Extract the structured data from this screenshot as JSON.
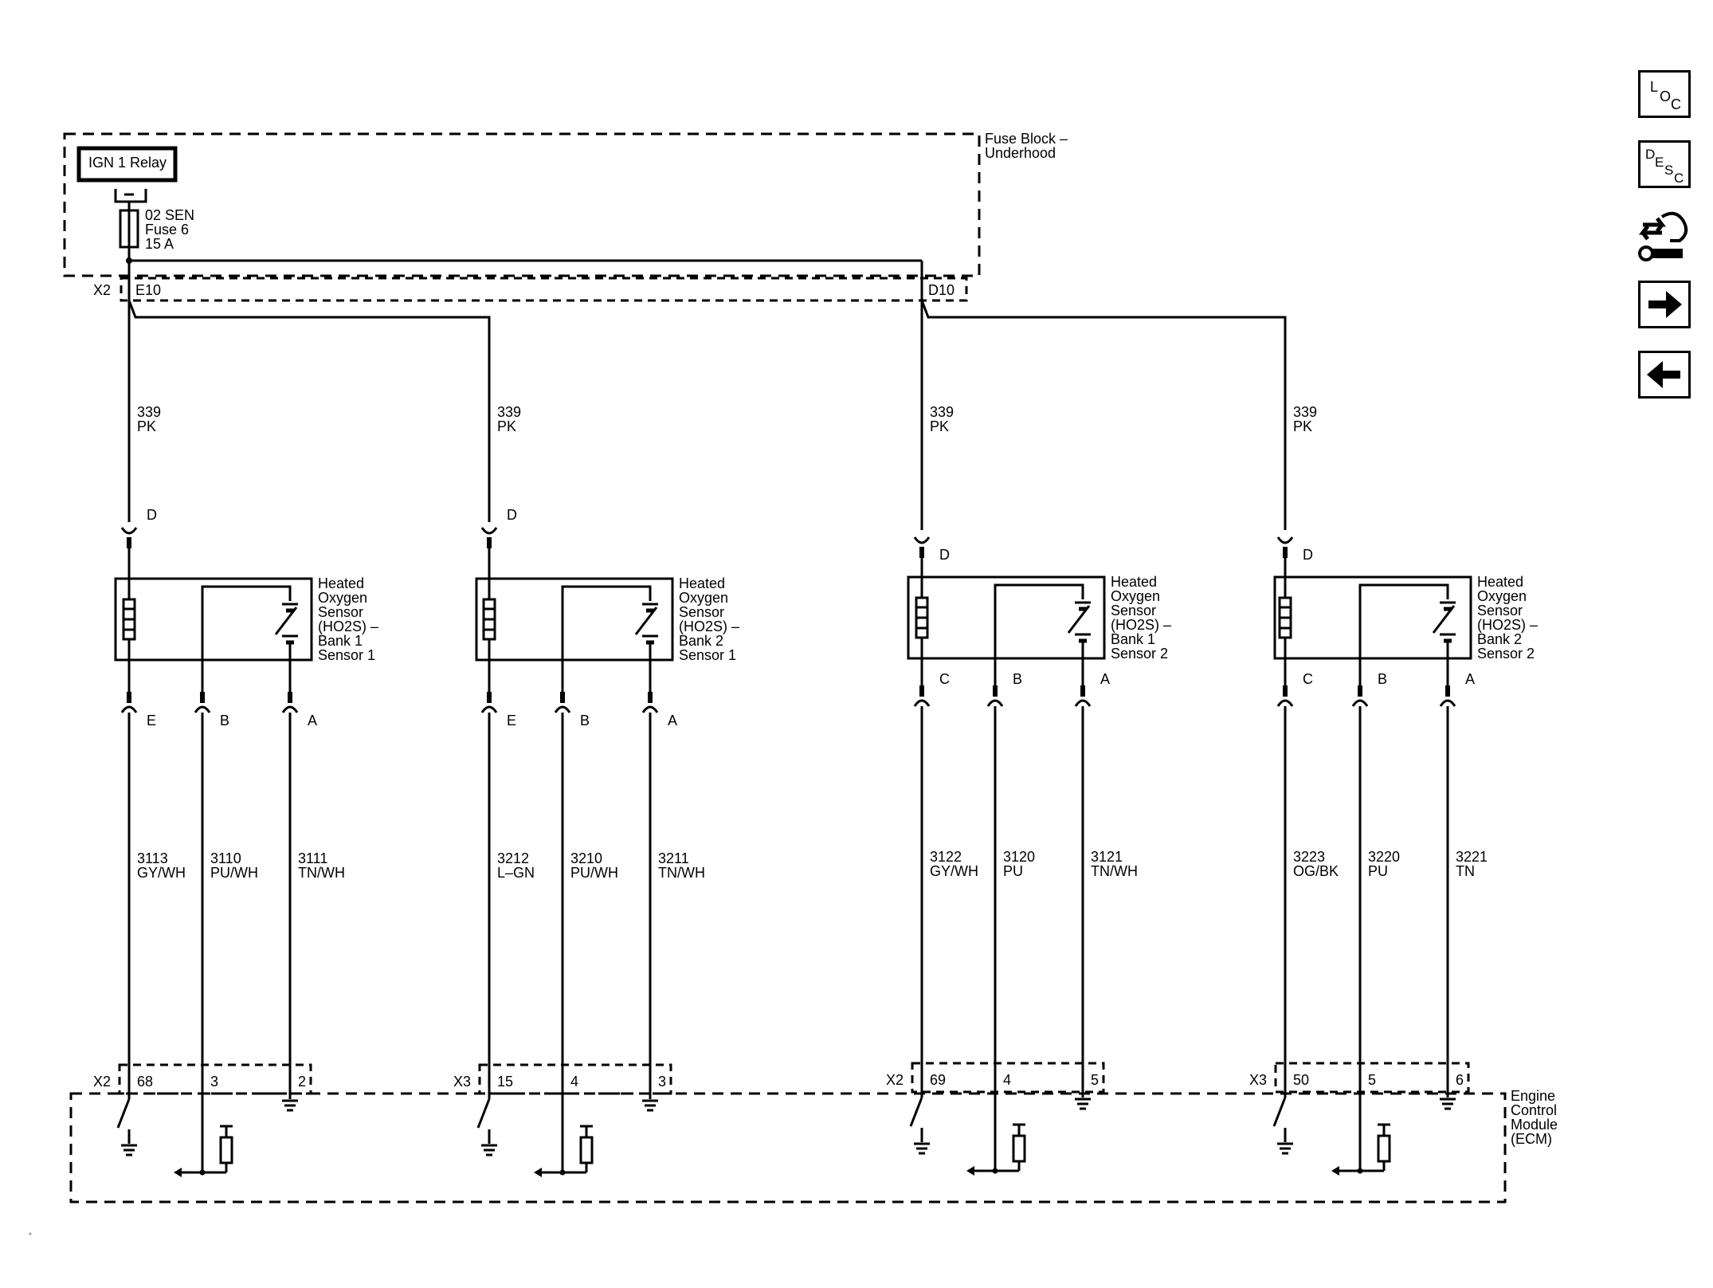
{
  "components": {
    "ign_relay": "IGN 1 Relay",
    "fuse": [
      "02 SEN",
      "Fuse 6",
      "15 A"
    ],
    "fuse_block": [
      "Fuse Block –",
      "Underhood"
    ],
    "ecm": [
      "Engine",
      "Control",
      "Module",
      "(ECM)"
    ]
  },
  "fuse_block_connectors": {
    "left": {
      "connector": "X2",
      "pin": "E10"
    },
    "right": {
      "pin": "D10"
    }
  },
  "sensors": [
    {
      "name": [
        "Heated",
        "Oxygen",
        "Sensor",
        "(HO2S)  –",
        "Bank 1",
        "Sensor 1"
      ],
      "power_wire": {
        "circuit": "339",
        "color": "PK",
        "pin": "D"
      },
      "pins": [
        {
          "pin": "E",
          "circuit": "3113",
          "color": "GY/WH",
          "ecm_pin": "68"
        },
        {
          "pin": "B",
          "circuit": "3110",
          "color": "PU/WH",
          "ecm_pin": "3"
        },
        {
          "pin": "A",
          "circuit": "3111",
          "color": "TN/WH",
          "ecm_pin": "2"
        }
      ],
      "ecm_connector": "X2"
    },
    {
      "name": [
        "Heated",
        "Oxygen",
        "Sensor",
        "(HO2S)  –",
        "Bank 2",
        "Sensor 1"
      ],
      "power_wire": {
        "circuit": "339",
        "color": "PK",
        "pin": "D"
      },
      "pins": [
        {
          "pin": "E",
          "circuit": "3212",
          "color": "L–GN",
          "ecm_pin": "15"
        },
        {
          "pin": "B",
          "circuit": "3210",
          "color": "PU/WH",
          "ecm_pin": "4"
        },
        {
          "pin": "A",
          "circuit": "3211",
          "color": "TN/WH",
          "ecm_pin": "3"
        }
      ],
      "ecm_connector": "X3"
    },
    {
      "name": [
        "Heated",
        "Oxygen",
        "Sensor",
        "(HO2S)  –",
        "Bank 1",
        "Sensor 2"
      ],
      "power_wire": {
        "circuit": "339",
        "color": "PK",
        "pin": "D"
      },
      "pins": [
        {
          "pin": "C",
          "circuit": "3122",
          "color": "GY/WH",
          "ecm_pin": "69"
        },
        {
          "pin": "B",
          "circuit": "3120",
          "color": "PU",
          "ecm_pin": "4"
        },
        {
          "pin": "A",
          "circuit": "3121",
          "color": "TN/WH",
          "ecm_pin": "5"
        }
      ],
      "ecm_connector": "X2"
    },
    {
      "name": [
        "Heated",
        "Oxygen",
        "Sensor",
        "(HO2S)  –",
        "Bank 2",
        "Sensor 2"
      ],
      "power_wire": {
        "circuit": "339",
        "color": "PK",
        "pin": "D"
      },
      "pins": [
        {
          "pin": "C",
          "circuit": "3223",
          "color": "OG/BK",
          "ecm_pin": "50"
        },
        {
          "pin": "B",
          "circuit": "3220",
          "color": "PU",
          "ecm_pin": "5"
        },
        {
          "pin": "A",
          "circuit": "3221",
          "color": "TN",
          "ecm_pin": "6"
        }
      ],
      "ecm_connector": "X3"
    }
  ],
  "nav": {
    "loc": [
      "L",
      "O",
      "C"
    ],
    "desc": [
      "D",
      "E",
      "S",
      "C"
    ],
    "icons": [
      "loc-icon",
      "desc-icon",
      "connector-wrench-icon",
      "arrow-right-icon",
      "arrow-left-icon"
    ]
  }
}
